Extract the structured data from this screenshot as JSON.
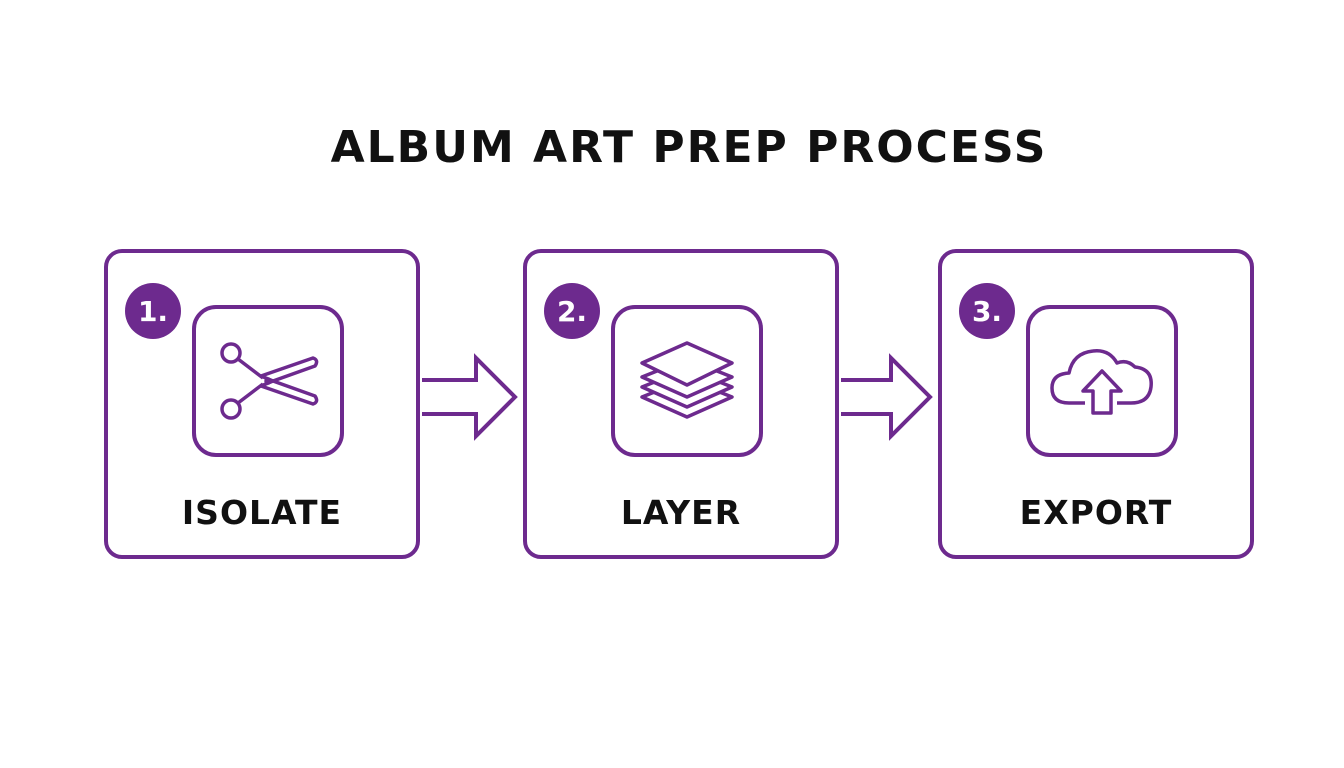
{
  "title": "ALBUM ART PREP PROCESS",
  "accent_color": "#6d2a8e",
  "steps": [
    {
      "number": "1.",
      "label": "ISOLATE",
      "icon": "scissors-icon"
    },
    {
      "number": "2.",
      "label": "LAYER",
      "icon": "layers-icon"
    },
    {
      "number": "3.",
      "label": "EXPORT",
      "icon": "cloud-upload-icon"
    }
  ]
}
